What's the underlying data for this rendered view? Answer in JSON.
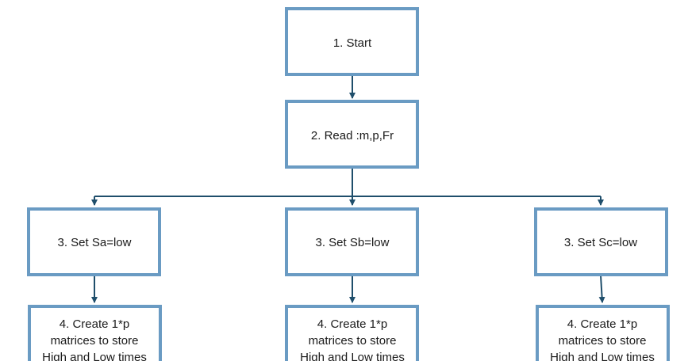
{
  "diagram": {
    "nodes": {
      "start": {
        "label": "1. Start"
      },
      "read": {
        "label": "2. Read :m,p,Fr"
      },
      "set_sa": {
        "label": "3. Set Sa=low"
      },
      "set_sb": {
        "label": "3. Set Sb=low"
      },
      "set_sc": {
        "label": "3. Set Sc=low"
      },
      "create_a": {
        "lines": [
          "4. Create 1*p",
          "matrices to store",
          "High and Low times"
        ]
      },
      "create_b": {
        "lines": [
          "4. Create 1*p",
          "matrices to store",
          "High and Low times"
        ]
      },
      "create_c": {
        "lines": [
          "4. Create 1*p",
          "matrices to store",
          "High and Low times"
        ]
      }
    },
    "colors": {
      "box_border": "#6a9bc3",
      "connector": "#1f4e6b",
      "text": "#1a1a1a"
    }
  }
}
